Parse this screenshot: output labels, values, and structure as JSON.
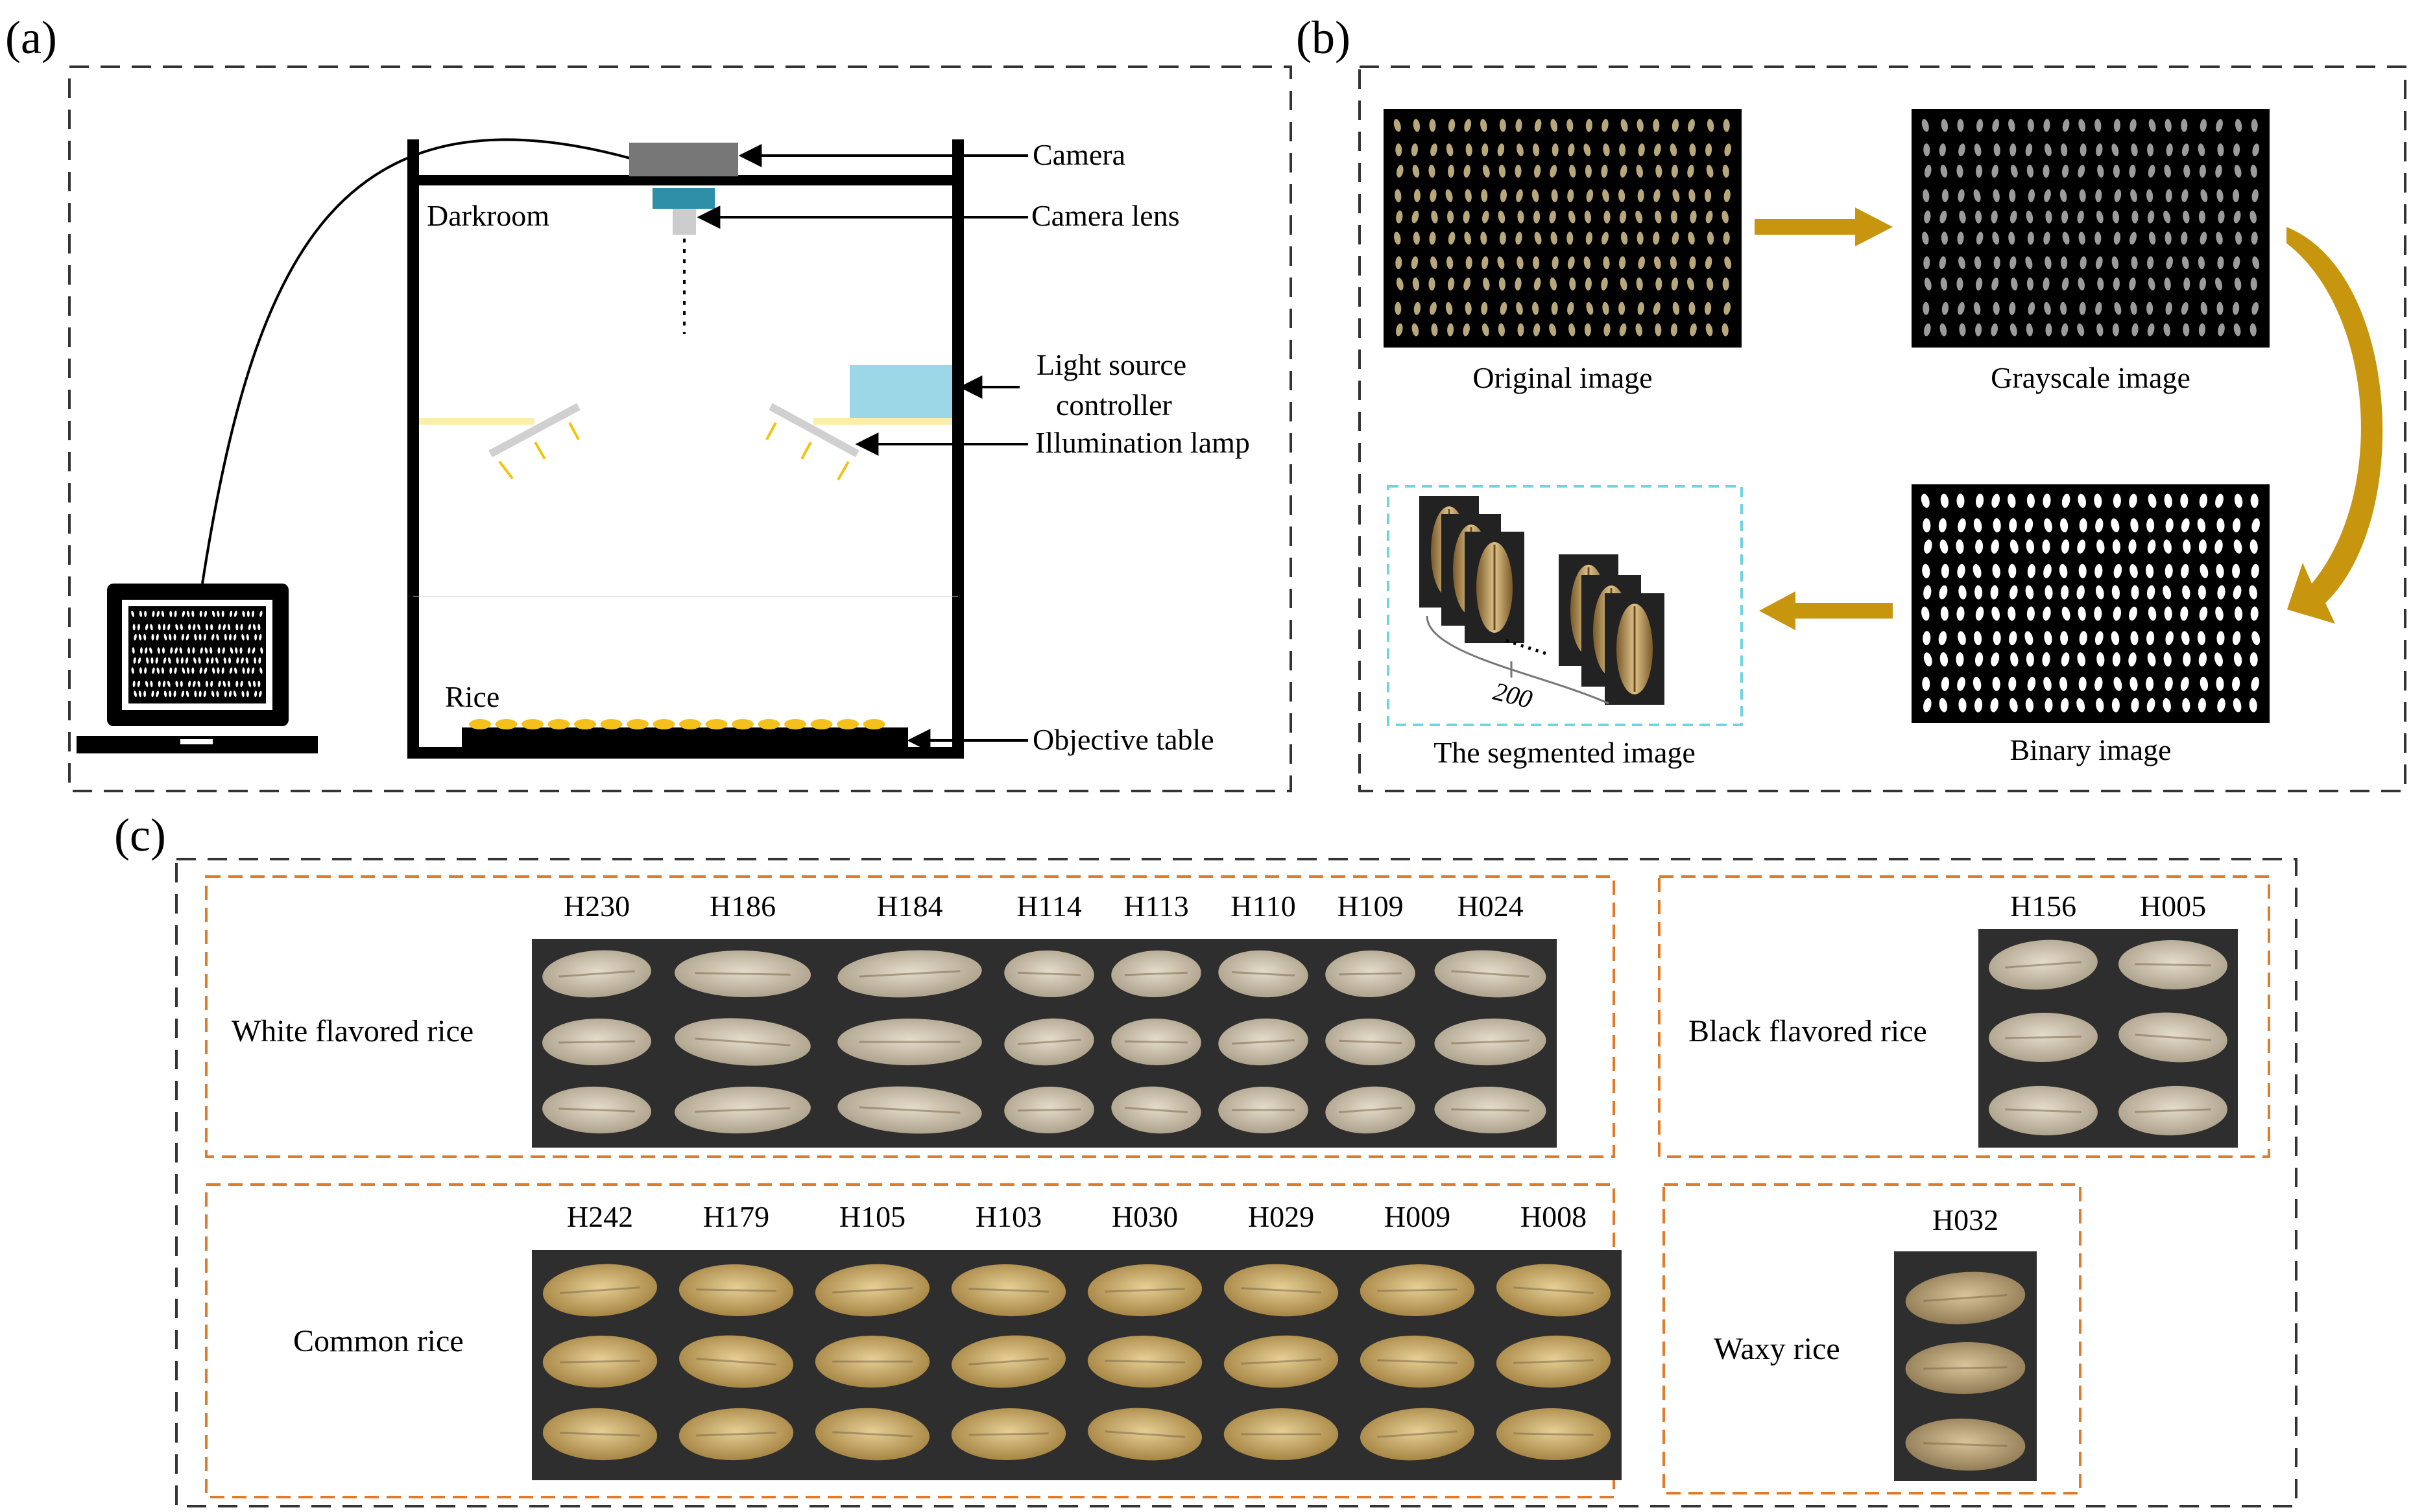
{
  "panels": {
    "a": {
      "letter": "(a)"
    },
    "b": {
      "letter": "(b)"
    },
    "c": {
      "letter": "(c)"
    }
  },
  "setup": {
    "camera": "Camera",
    "camera_lens": "Camera lens",
    "darkroom": "Darkroom",
    "light_source_line1": "Light source",
    "light_source_line2": "controller",
    "illumination_lamp": "Illumination lamp",
    "rice": "Rice",
    "objective_table": "Objective table"
  },
  "pipeline": {
    "original": "Original image",
    "grayscale": "Grayscale image",
    "binary": "Binary image",
    "segmented": "The segmented image",
    "count": "200"
  },
  "categories": {
    "white": {
      "label": "White flavored rice",
      "varieties": [
        "H230",
        "H186",
        "H184",
        "H114",
        "H113",
        "H110",
        "H109",
        "H024"
      ]
    },
    "black": {
      "label": "Black flavored rice",
      "varieties": [
        "H156",
        "H005"
      ]
    },
    "common": {
      "label": "Common rice",
      "varieties": [
        "H242",
        "H179",
        "H105",
        "H103",
        "H030",
        "H029",
        "H009",
        "H008"
      ]
    },
    "waxy": {
      "label": "Waxy rice",
      "varieties": [
        "H032"
      ]
    }
  },
  "colors": {
    "frame_dash": "#333333",
    "category_dash": "#e07b2a",
    "segment_dash": "#6fd3e0",
    "arrow_gold": "#c8950f",
    "light_controller": "#9bd7e6",
    "lens": "#2f8fa8",
    "rice_yellow": "#f3c01c",
    "grain_bg": "#2e2e2e"
  }
}
